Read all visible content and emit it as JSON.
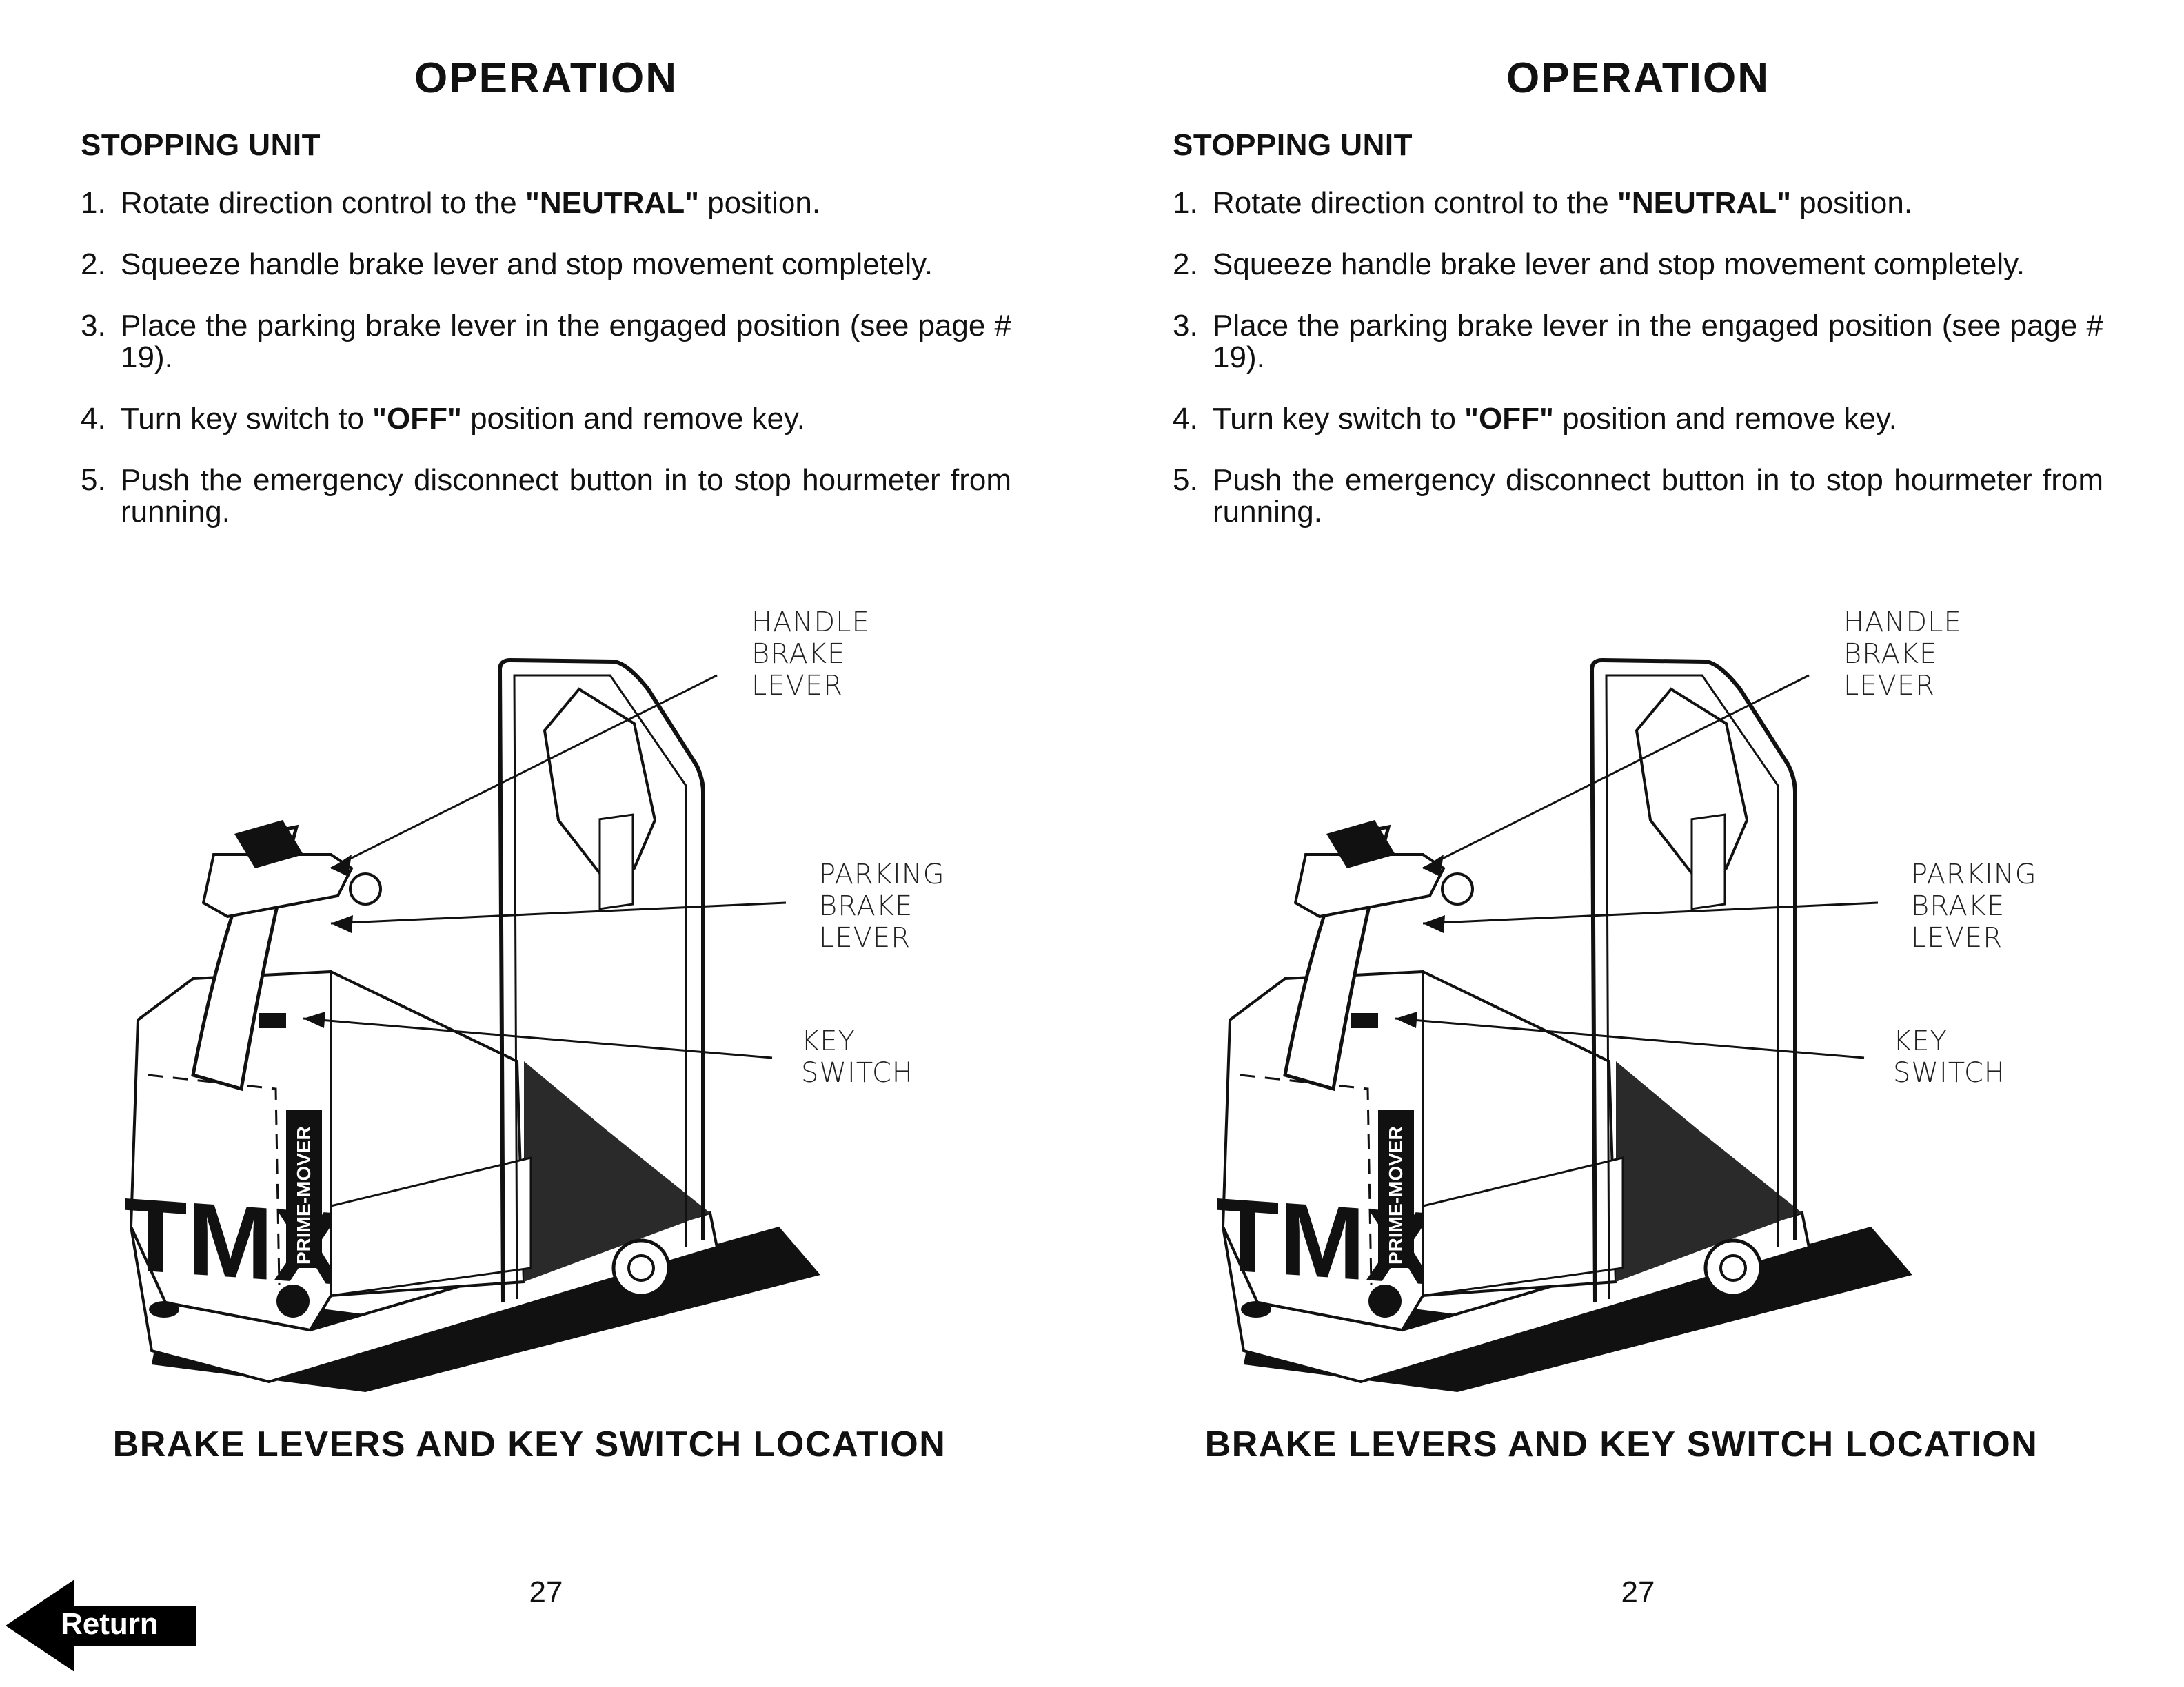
{
  "pages": [
    {
      "title": "OPERATION",
      "section_heading": "STOPPING UNIT",
      "steps": [
        {
          "num": "1.",
          "pre": "Rotate direction control to the ",
          "bold": "\"NEUTRAL\"",
          "post": " position."
        },
        {
          "num": "2.",
          "pre": "Squeeze handle brake lever and stop movement completely.",
          "bold": "",
          "post": ""
        },
        {
          "num": "3.",
          "pre": "Place the parking brake lever in the engaged position (see page # 19).",
          "bold": "",
          "post": ""
        },
        {
          "num": "4.",
          "pre": "Turn key switch to ",
          "bold": "\"OFF\"",
          "post": " position and remove key."
        },
        {
          "num": "5.",
          "pre": "Push the emergency disconnect button in to stop hourmeter from running.",
          "bold": "",
          "post": ""
        }
      ],
      "callouts": {
        "handle_brake_lever": "HANDLE\nBRAKE\nLEVER",
        "parking_brake_lever": "PARKING\nBRAKE\nLEVER",
        "key_switch": "KEY\nSWITCH"
      },
      "vehicle_marks": {
        "logo": "TMX",
        "brand": "PRIME-MOVER"
      },
      "caption": "BRAKE LEVERS AND KEY SWITCH LOCATION",
      "page_number": "27"
    },
    {
      "title": "OPERATION",
      "section_heading": "STOPPING UNIT",
      "steps": [
        {
          "num": "1.",
          "pre": "Rotate direction control to the ",
          "bold": "\"NEUTRAL\"",
          "post": " position."
        },
        {
          "num": "2.",
          "pre": "Squeeze handle brake lever and stop movement completely.",
          "bold": "",
          "post": ""
        },
        {
          "num": "3.",
          "pre": "Place the parking brake lever in the engaged position (see page # 19).",
          "bold": "",
          "post": ""
        },
        {
          "num": "4.",
          "pre": "Turn key switch to ",
          "bold": "\"OFF\"",
          "post": " position and remove key."
        },
        {
          "num": "5.",
          "pre": "Push the emergency disconnect button in to stop hourmeter from running.",
          "bold": "",
          "post": ""
        }
      ],
      "callouts": {
        "handle_brake_lever": "HANDLE\nBRAKE\nLEVER",
        "parking_brake_lever": "PARKING\nBRAKE\nLEVER",
        "key_switch": "KEY\nSWITCH"
      },
      "vehicle_marks": {
        "logo": "TMX",
        "brand": "PRIME-MOVER"
      },
      "caption": "BRAKE LEVERS AND KEY SWITCH LOCATION",
      "page_number": "27"
    }
  ],
  "return_button": {
    "label": "Return",
    "icon": "left-arrow-icon"
  },
  "colors": {
    "ink": "#111111",
    "paper": "#ffffff",
    "button": "#000000"
  }
}
